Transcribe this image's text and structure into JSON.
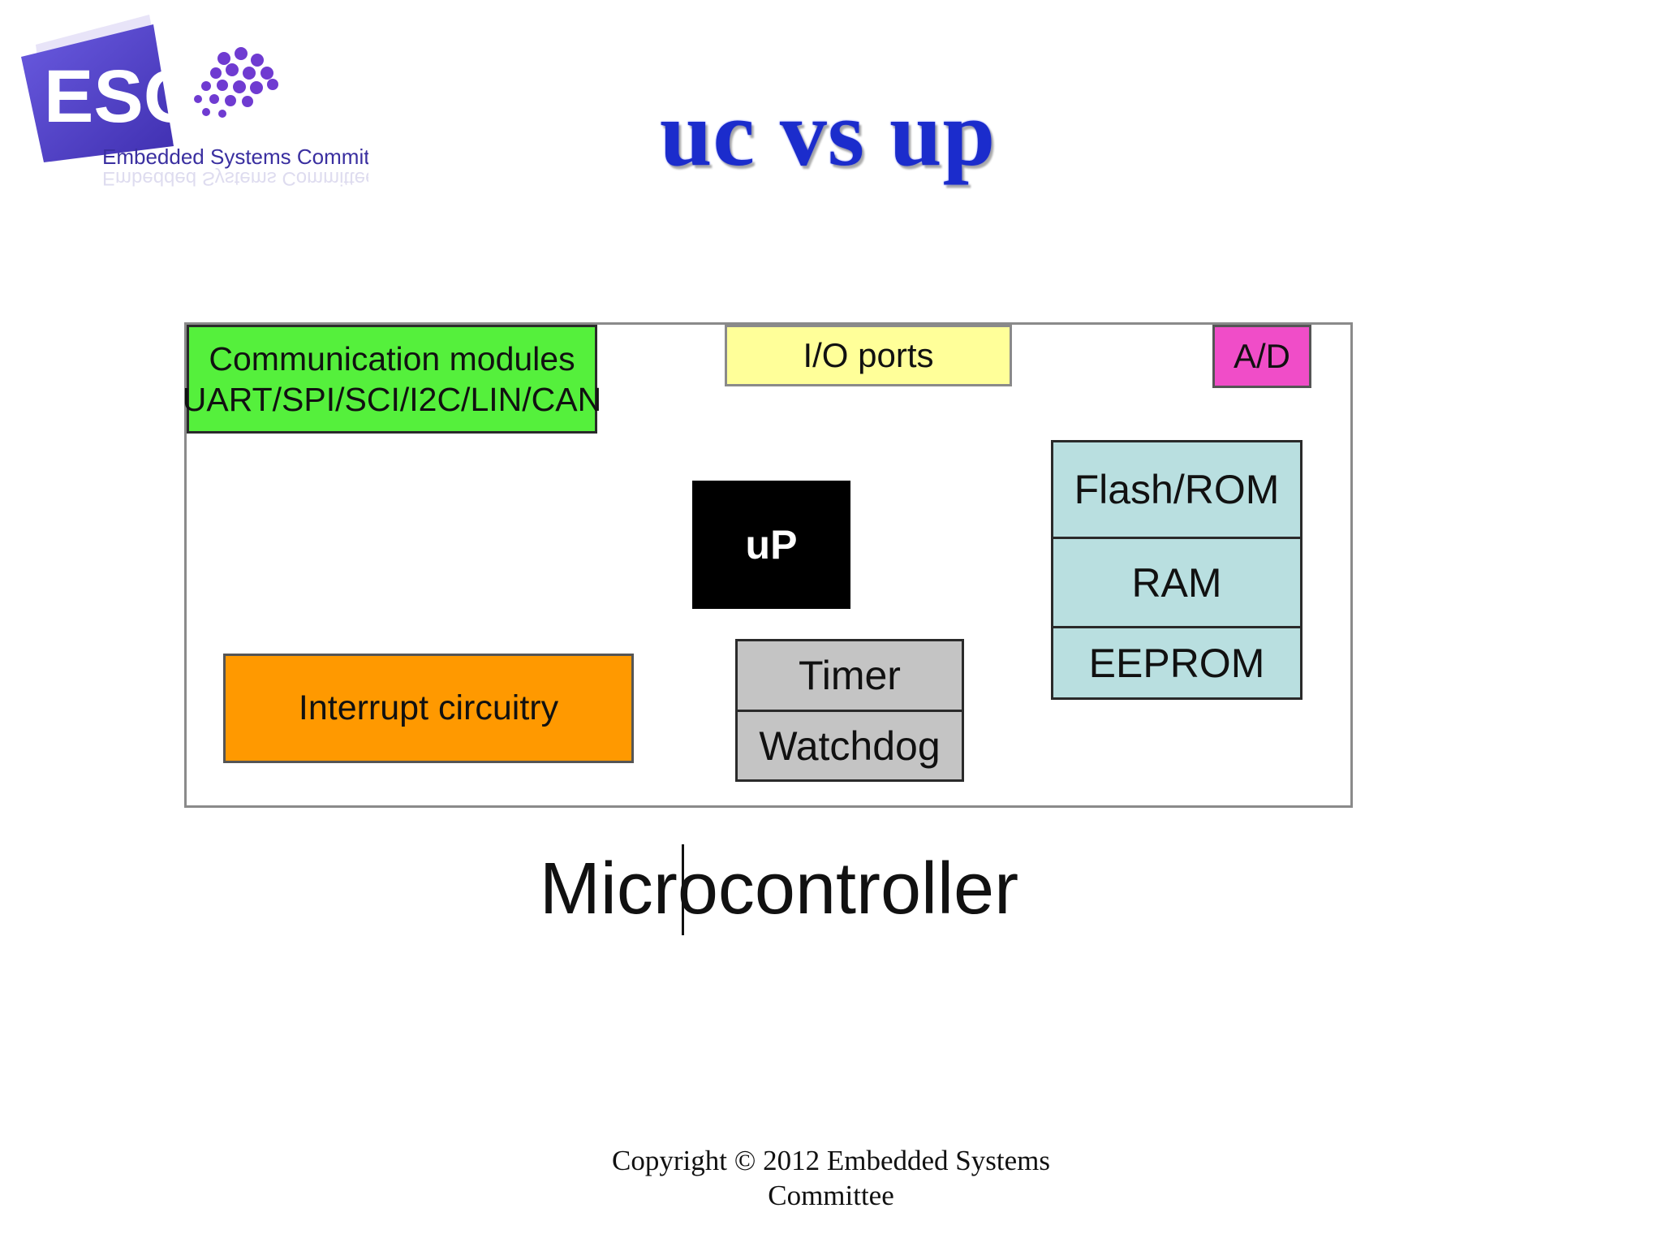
{
  "logo": {
    "letters": "ESC",
    "subtitle": "Embedded Systems Committee",
    "colors": {
      "square": "#5b4bcf",
      "letters": "#ffffff",
      "dots": "#6f3bd1"
    }
  },
  "slide": {
    "title": "uc vs up",
    "title_color": "#1b2ccc"
  },
  "diagram": {
    "comm_line1": "Communication modules",
    "comm_line2": "UART/SPI/SCI/I2C/LIN/CAN",
    "io": "I/O ports",
    "ad": "A/D",
    "flash": "Flash/ROM",
    "ram": "RAM",
    "eeprom": "EEPROM",
    "up": "uP",
    "interrupt": "Interrupt circuitry",
    "timer": "Timer",
    "watchdog": "Watchdog",
    "label": "Microcontroller",
    "colors": {
      "comm": "#55f03c",
      "io": "#ffff99",
      "ad": "#f04dc8",
      "memory": "#b9dfe0",
      "up": "#000000",
      "interrupt": "#ff9900",
      "timer": "#c4c4c4"
    }
  },
  "footer": {
    "line1": "Copyright © 2012 Embedded Systems",
    "line2": "Committee"
  }
}
